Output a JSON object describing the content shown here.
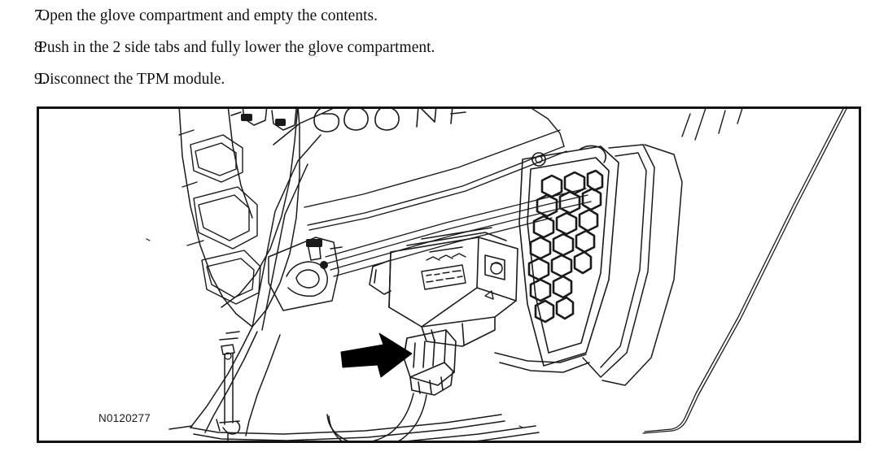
{
  "document": {
    "type": "vehicle-service-procedure",
    "steps": [
      {
        "number": "7.",
        "text": "Open the glove compartment and empty the contents."
      },
      {
        "number": "8.",
        "text": "Push in the 2 side tabs and fully lower the glove compartment."
      },
      {
        "number": "9.",
        "text": "Disconnect the TPM module."
      }
    ]
  },
  "figure": {
    "id_label": "N0120277",
    "caption": "",
    "description": "Line-art illustration of the lowered glove compartment showing the TPM module and its electrical connector, with a solid black arrow indicating the connector to disconnect.",
    "colors": {
      "border": "#131313",
      "line": "#1a1a1a",
      "arrow": "#000000",
      "background": "#ffffff"
    },
    "annotations": [
      {
        "name": "disconnect-arrow",
        "kind": "solid-arrow",
        "points_to": "tpm-module-connector"
      }
    ],
    "parts": [
      {
        "name": "tpm-module",
        "label": ""
      },
      {
        "name": "tpm-module-connector",
        "label": ""
      },
      {
        "name": "honeycomb-duct",
        "label": ""
      },
      {
        "name": "glove-compartment-door",
        "label": ""
      },
      {
        "name": "wire-harness",
        "label": ""
      },
      {
        "name": "instrument-panel-brace",
        "label": ""
      }
    ]
  }
}
